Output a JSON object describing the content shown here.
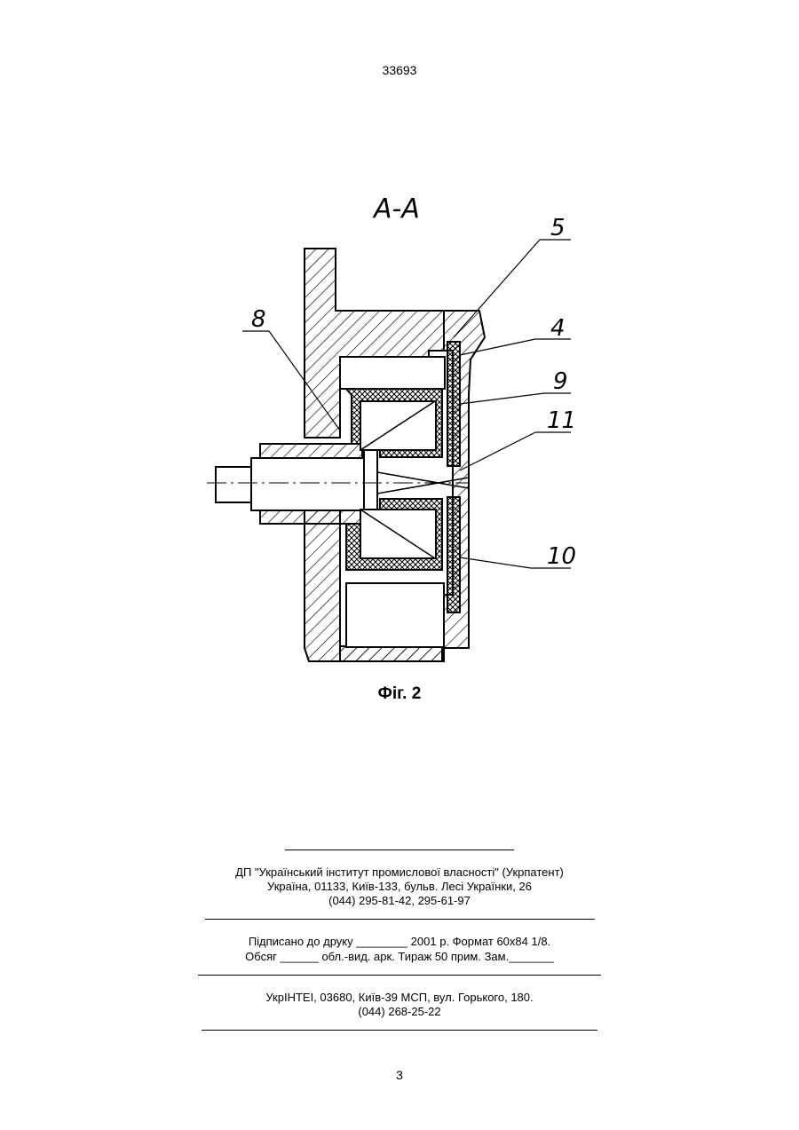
{
  "header": {
    "page_number": "33693"
  },
  "figure": {
    "section_label": "A-A",
    "callouts": [
      "5",
      "4",
      "9",
      "11",
      "8",
      "10"
    ],
    "caption": "Фіг. 2"
  },
  "footer": {
    "org_line": "ДП \"Український інститут промислової власності\" (Укрпатент)",
    "address_line": "Україна, 01133, Київ-133, бульв. Лесі Українки, 26",
    "phone_line": "(044) 295-81-42, 295-61-97",
    "print_line1": "Підписано до друку ________ 2001 р.    Формат 60х84 1/8.",
    "print_line2": "Обсяг ______ обл.-вид. арк.   Тираж 50 прим.    Зам._______",
    "publisher_line": "УкрІНТЕІ, 03680, Київ-39 МСП, вул. Горького, 180.",
    "publisher_phone": "(044) 268-25-22"
  },
  "page_number_bottom": "3"
}
